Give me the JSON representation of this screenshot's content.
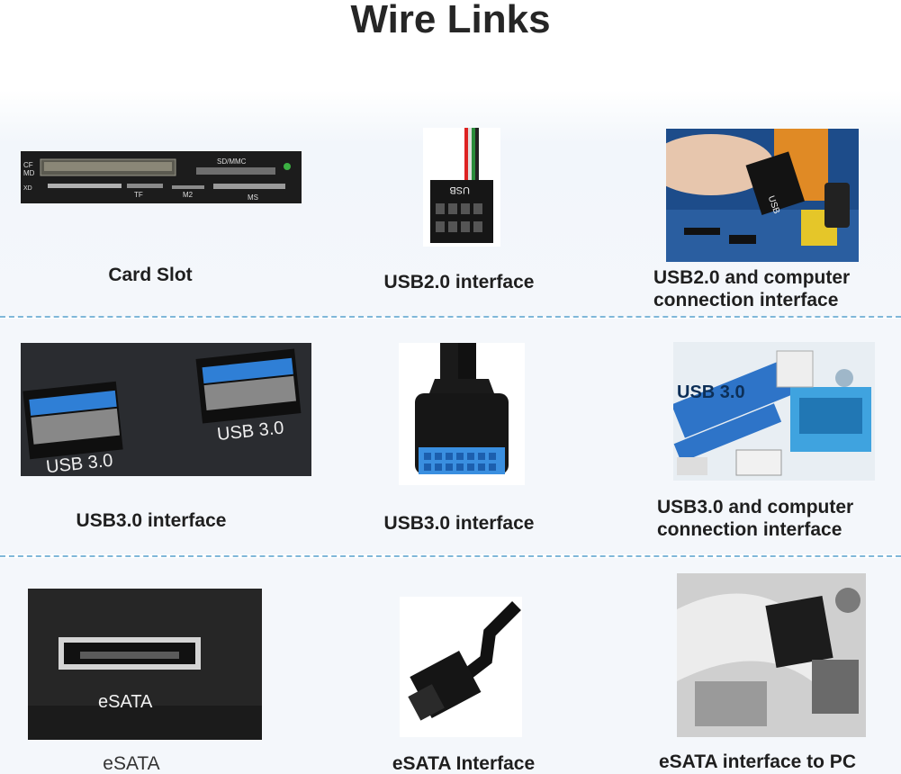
{
  "title": "Wire Links",
  "rows": [
    {
      "items": [
        {
          "caption": "Card Slot",
          "labels": [
            "CF",
            "MD",
            "XD",
            "SD/MMC",
            "TF",
            "M2",
            "MS"
          ]
        },
        {
          "caption": "USB2.0 interface",
          "labels": [
            "USB"
          ]
        },
        {
          "caption": "USB2.0 and computer connection interface",
          "labels": [
            "USB"
          ]
        }
      ]
    },
    {
      "items": [
        {
          "caption": "USB3.0 interface",
          "labels": [
            "USB 3.0",
            "USB 3.0"
          ]
        },
        {
          "caption": "USB3.0 interface",
          "labels": []
        },
        {
          "caption": "USB3.0 and computer connection interface",
          "labels": [
            "USB 3.0"
          ]
        }
      ]
    },
    {
      "items": [
        {
          "caption": "eSATA",
          "labels": [
            "eSATA"
          ]
        },
        {
          "caption": "eSATA Interface",
          "labels": []
        },
        {
          "caption": "eSATA interface to PC",
          "labels": []
        }
      ]
    }
  ],
  "colors": {
    "usb3_blue": "#2f7fd6",
    "divider": "#7fb7d9",
    "board_green": "#2c6a3a"
  }
}
